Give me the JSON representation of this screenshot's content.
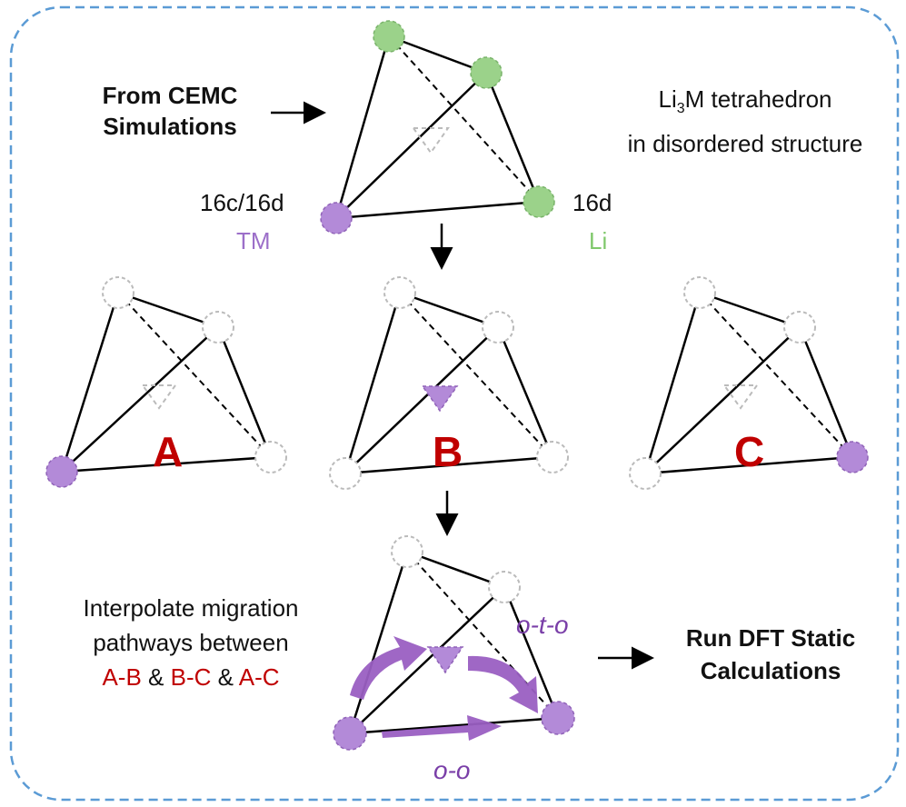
{
  "texts": {
    "from_cemc": "From CEMC\nSimulations",
    "tetra_li": "Li",
    "tetra_sub": "3",
    "tetra_rest": "M tetrahedron",
    "tetra_line2": "in disordered structure",
    "site_left": "16c/16d",
    "site_left_species": "TM",
    "site_right": "16d",
    "site_right_species": "Li",
    "panel_a": "A",
    "panel_b": "B",
    "panel_c": "C",
    "interp_line1": "Interpolate migration",
    "interp_line2": "pathways between",
    "pair_ab": "A-B",
    "amp1": "&",
    "pair_bc": "B-C",
    "amp2": "&",
    "pair_ac": "A-C",
    "oto": "o-t-o",
    "oo": "o-o",
    "run_dft": "Run DFT Static\nCalculations"
  },
  "colors": {
    "tm_purple": "#b38ad8",
    "li_green": "#9bd28a",
    "label_red": "#c00000",
    "arrow_purple": "#9a5fc2",
    "frame_blue": "#4f93cf"
  }
}
